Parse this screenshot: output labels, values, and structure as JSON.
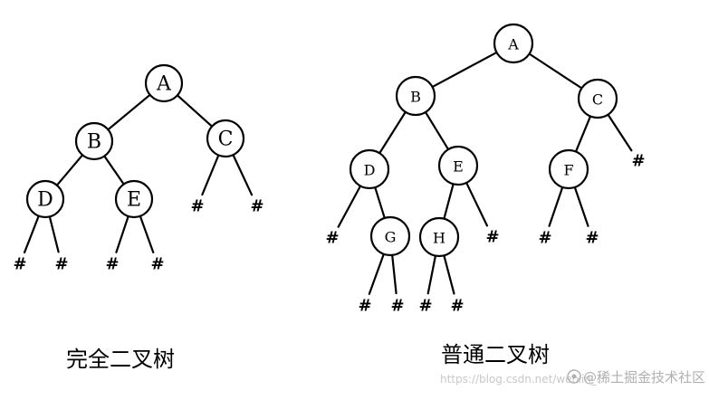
{
  "colors": {
    "ink": "#000000",
    "background": "#ffffff",
    "watermark": "#c8c8c8"
  },
  "trees": [
    {
      "caption": "完全二叉树",
      "nodes": [
        {
          "id": "A",
          "label": "A"
        },
        {
          "id": "B",
          "label": "B"
        },
        {
          "id": "C",
          "label": "C"
        },
        {
          "id": "D",
          "label": "D"
        },
        {
          "id": "E",
          "label": "E"
        }
      ],
      "leaves": [
        "#",
        "#",
        "#",
        "#",
        "#",
        "#"
      ],
      "edges": [
        [
          "A",
          "B"
        ],
        [
          "A",
          "C"
        ],
        [
          "B",
          "D"
        ],
        [
          "B",
          "E"
        ],
        [
          "C",
          "#0"
        ],
        [
          "C",
          "#1"
        ],
        [
          "D",
          "#2"
        ],
        [
          "D",
          "#3"
        ],
        [
          "E",
          "#4"
        ],
        [
          "E",
          "#5"
        ]
      ]
    },
    {
      "caption": "普通二叉树",
      "nodes": [
        {
          "id": "A",
          "label": "A"
        },
        {
          "id": "B",
          "label": "B"
        },
        {
          "id": "C",
          "label": "C"
        },
        {
          "id": "D",
          "label": "D"
        },
        {
          "id": "E",
          "label": "E"
        },
        {
          "id": "F",
          "label": "F"
        },
        {
          "id": "G",
          "label": "G"
        },
        {
          "id": "H",
          "label": "H"
        }
      ],
      "leaves": [
        "#",
        "#",
        "#",
        "#",
        "#",
        "#",
        "#",
        "#",
        "#"
      ],
      "edges": [
        [
          "A",
          "B"
        ],
        [
          "A",
          "C"
        ],
        [
          "B",
          "D"
        ],
        [
          "B",
          "E"
        ],
        [
          "C",
          "F"
        ],
        [
          "C",
          "#0"
        ],
        [
          "D",
          "#1"
        ],
        [
          "D",
          "G"
        ],
        [
          "E",
          "H"
        ],
        [
          "E",
          "#2"
        ],
        [
          "F",
          "#3"
        ],
        [
          "F",
          "#4"
        ],
        [
          "G",
          "#5"
        ],
        [
          "G",
          "#6"
        ],
        [
          "H",
          "#7"
        ],
        [
          "H",
          "#8"
        ]
      ]
    }
  ],
  "watermark": {
    "url_text": "https://blog.csdn.net/weixin_...",
    "brand": "@稀土掘金技术社区"
  }
}
